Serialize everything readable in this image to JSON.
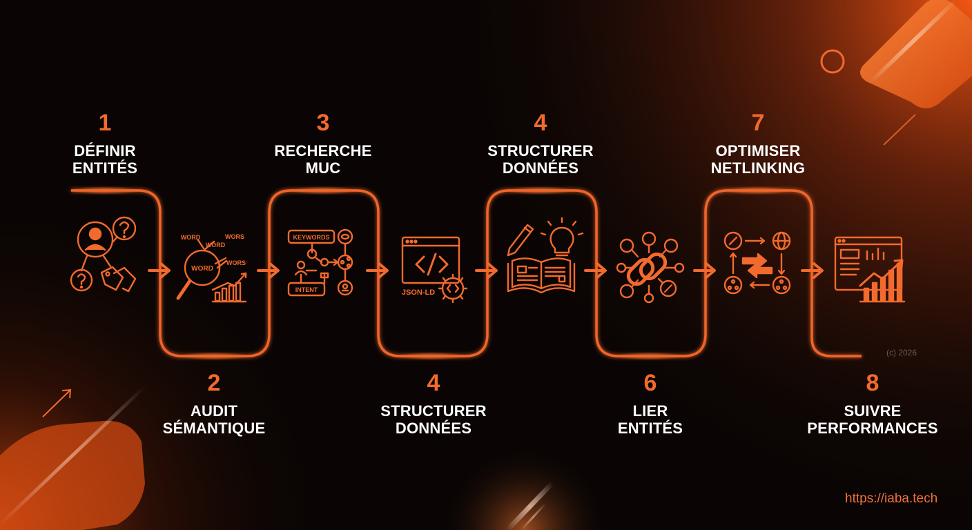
{
  "steps": [
    {
      "number": "1",
      "title_line1": "DÉFINIR",
      "title_line2": "ENTITÉS"
    },
    {
      "number": "2",
      "title_line1": "AUDIT",
      "title_line2": "SÉMANTIQUE"
    },
    {
      "number": "3",
      "title_line1": "RECHERCHE",
      "title_line2": "MUC"
    },
    {
      "number": "4",
      "title_line1": "STRUCTURER",
      "title_line2": "DONNÉES"
    },
    {
      "number": "4",
      "title_line1": "STRUCTURER",
      "title_line2": "DONNÉES"
    },
    {
      "number": "6",
      "title_line1": "LIER",
      "title_line2": "ENTITÉS"
    },
    {
      "number": "7",
      "title_line1": "OPTIMISER",
      "title_line2": "NETLINKING"
    },
    {
      "number": "8",
      "title_line1": "SUIVRE",
      "title_line2": "PERFORMANCES"
    }
  ],
  "icon_texts": {
    "word_main": "WORD",
    "word_1": "WORD",
    "word_2": "WORD",
    "word_3": "WORS",
    "word_4": "WORS",
    "keywords": "KEYWORDS",
    "intent": "INTENT",
    "json_ld": "JSON-LD"
  },
  "icons": [
    "user-question-tag-icon",
    "magnifier-words-chart-icon",
    "keywords-intent-tree-icon",
    "json-ld-code-window-icon",
    "book-pen-lightbulb-icon",
    "chain-link-network-icon",
    "link-exchange-network-icon",
    "dashboard-growth-chart-icon"
  ],
  "footer": {
    "copyright": "(c) 2026",
    "url": "https://iaba.tech"
  },
  "colors": {
    "accent": "#f26a2e",
    "background": "#0a0504",
    "text": "#ffffff"
  }
}
